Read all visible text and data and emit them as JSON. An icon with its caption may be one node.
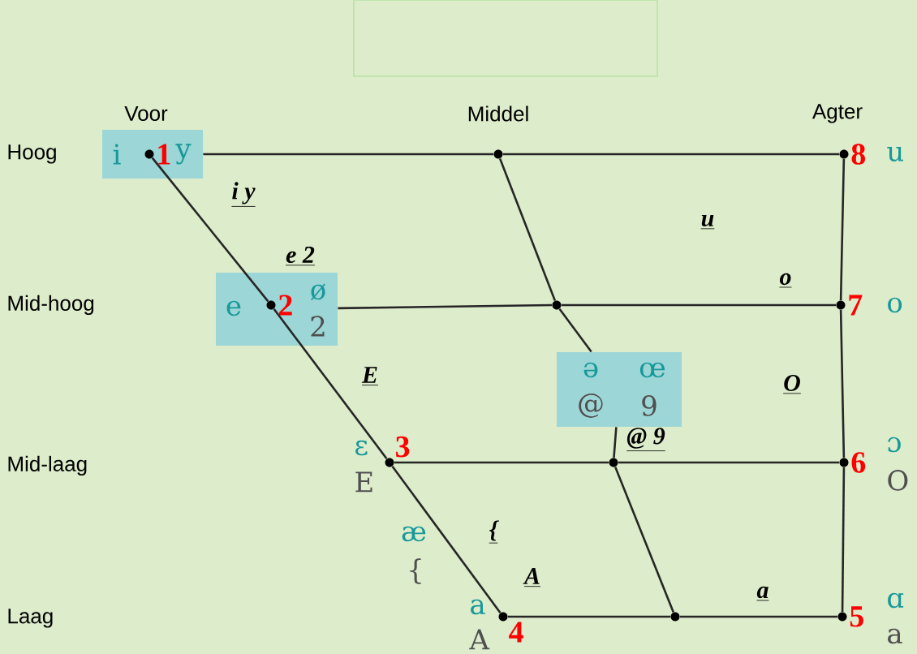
{
  "diagram": {
    "nodes": [
      {
        "text": [
          "i",
          "y"
        ]
      },
      {
        "text": [
          "1"
        ],
        "in": 0
      },
      {
        "text": [],
        "shape": "circle"
      },
      {
        "text": [
          "8"
        ],
        "beside": [
          "u"
        ]
      },
      {
        "text": [
          "e",
          "ø",
          "2"
        ]
      },
      {
        "text": [
          "2"
        ],
        "in": 4
      },
      {
        "text": [],
        "shape": "circle"
      },
      {
        "text": [
          "7"
        ],
        "beside": [
          "o"
        ]
      },
      {
        "text": [
          "ə",
          "œ",
          "@",
          "9"
        ]
      },
      {
        "text": [
          "3"
        ],
        "beside": [
          "ɛ",
          "E"
        ]
      },
      {
        "text": [],
        "shape": "circle"
      },
      {
        "text": [
          "6"
        ],
        "beside": [
          "ɔ",
          "O"
        ]
      },
      {
        "text": [
          "4"
        ],
        "beside": [
          "a",
          "A"
        ]
      },
      {
        "text": [],
        "shape": "circle"
      },
      {
        "text": [
          "5"
        ],
        "beside": [
          "ɑ",
          "a"
        ]
      }
    ],
    "edges": [
      {
        "from": 0,
        "to": 2,
        "arrow": "none"
      },
      {
        "from": 2,
        "to": 3,
        "arrow": "none"
      },
      {
        "from": 4,
        "to": 6,
        "arrow": "none"
      },
      {
        "from": 6,
        "to": 7,
        "arrow": "none"
      },
      {
        "from": 9,
        "to": 10,
        "arrow": "none"
      },
      {
        "from": 10,
        "to": 11,
        "arrow": "none"
      },
      {
        "from": 12,
        "to": 13,
        "arrow": "none"
      },
      {
        "from": 13,
        "to": 14,
        "arrow": "none"
      },
      {
        "from": 1,
        "to": 5,
        "arrow": "none"
      },
      {
        "from": 5,
        "to": 9,
        "arrow": "none"
      },
      {
        "from": 9,
        "to": 12,
        "arrow": "none"
      },
      {
        "from": 2,
        "to": 6,
        "arrow": "none"
      },
      {
        "from": 6,
        "to": 8,
        "arrow": "none"
      },
      {
        "from": 8,
        "to": 10,
        "arrow": "none"
      },
      {
        "from": 10,
        "to": 13,
        "arrow": "none"
      },
      {
        "from": 3,
        "to": 7,
        "arrow": "none"
      },
      {
        "from": 7,
        "to": 11,
        "arrow": "none"
      },
      {
        "from": 11,
        "to": 14,
        "arrow": "none"
      }
    ],
    "labels": [
      "Voor",
      "Middel",
      "Agter",
      "Hoog",
      "i y",
      "u",
      "e 2",
      "o",
      "Mid-hoog",
      "E",
      "O",
      "@ 9",
      "Mid-laag",
      "æ",
      "{",
      "{",
      "A",
      "a",
      "Laag"
    ]
  }
}
